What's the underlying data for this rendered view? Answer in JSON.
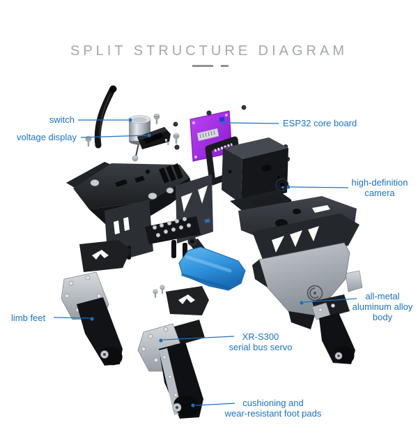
{
  "title": {
    "text": "SPLIT STRUCTURE DIAGRAM"
  },
  "colors": {
    "label_blue": "#1a73c2",
    "title_gray": "#a4a7aa",
    "battery_blue": "#2f93dc",
    "board_purple": "#a32be0",
    "metal_silver": "#b9bfc5",
    "part_black": "#17181b"
  },
  "labels": {
    "switch": {
      "lines": [
        "switch"
      ]
    },
    "voltage_display": {
      "lines": [
        "voltage display"
      ]
    },
    "esp32": {
      "lines": [
        "ESP32 core board"
      ]
    },
    "camera": {
      "lines": [
        "high-definition",
        "camera"
      ]
    },
    "limb_feet": {
      "lines": [
        "limb feet"
      ]
    },
    "servo": {
      "lines": [
        "XR-S300",
        "serial bus servo"
      ]
    },
    "body": {
      "lines": [
        "all-metal",
        "aluminum alloy",
        "body"
      ]
    },
    "foot_pads": {
      "lines": [
        "cushioning and",
        "wear-resistant foot pads"
      ]
    }
  },
  "parts": [
    "antenna-tube",
    "power-switch",
    "voltage-display-module",
    "esp32-core-board",
    "camera-bracket",
    "head-camera-module",
    "top-cover-plate",
    "chassis-plates",
    "servo-row",
    "battery-pack",
    "aluminum-body-panel",
    "robot-legs",
    "foot-pads",
    "screws"
  ]
}
